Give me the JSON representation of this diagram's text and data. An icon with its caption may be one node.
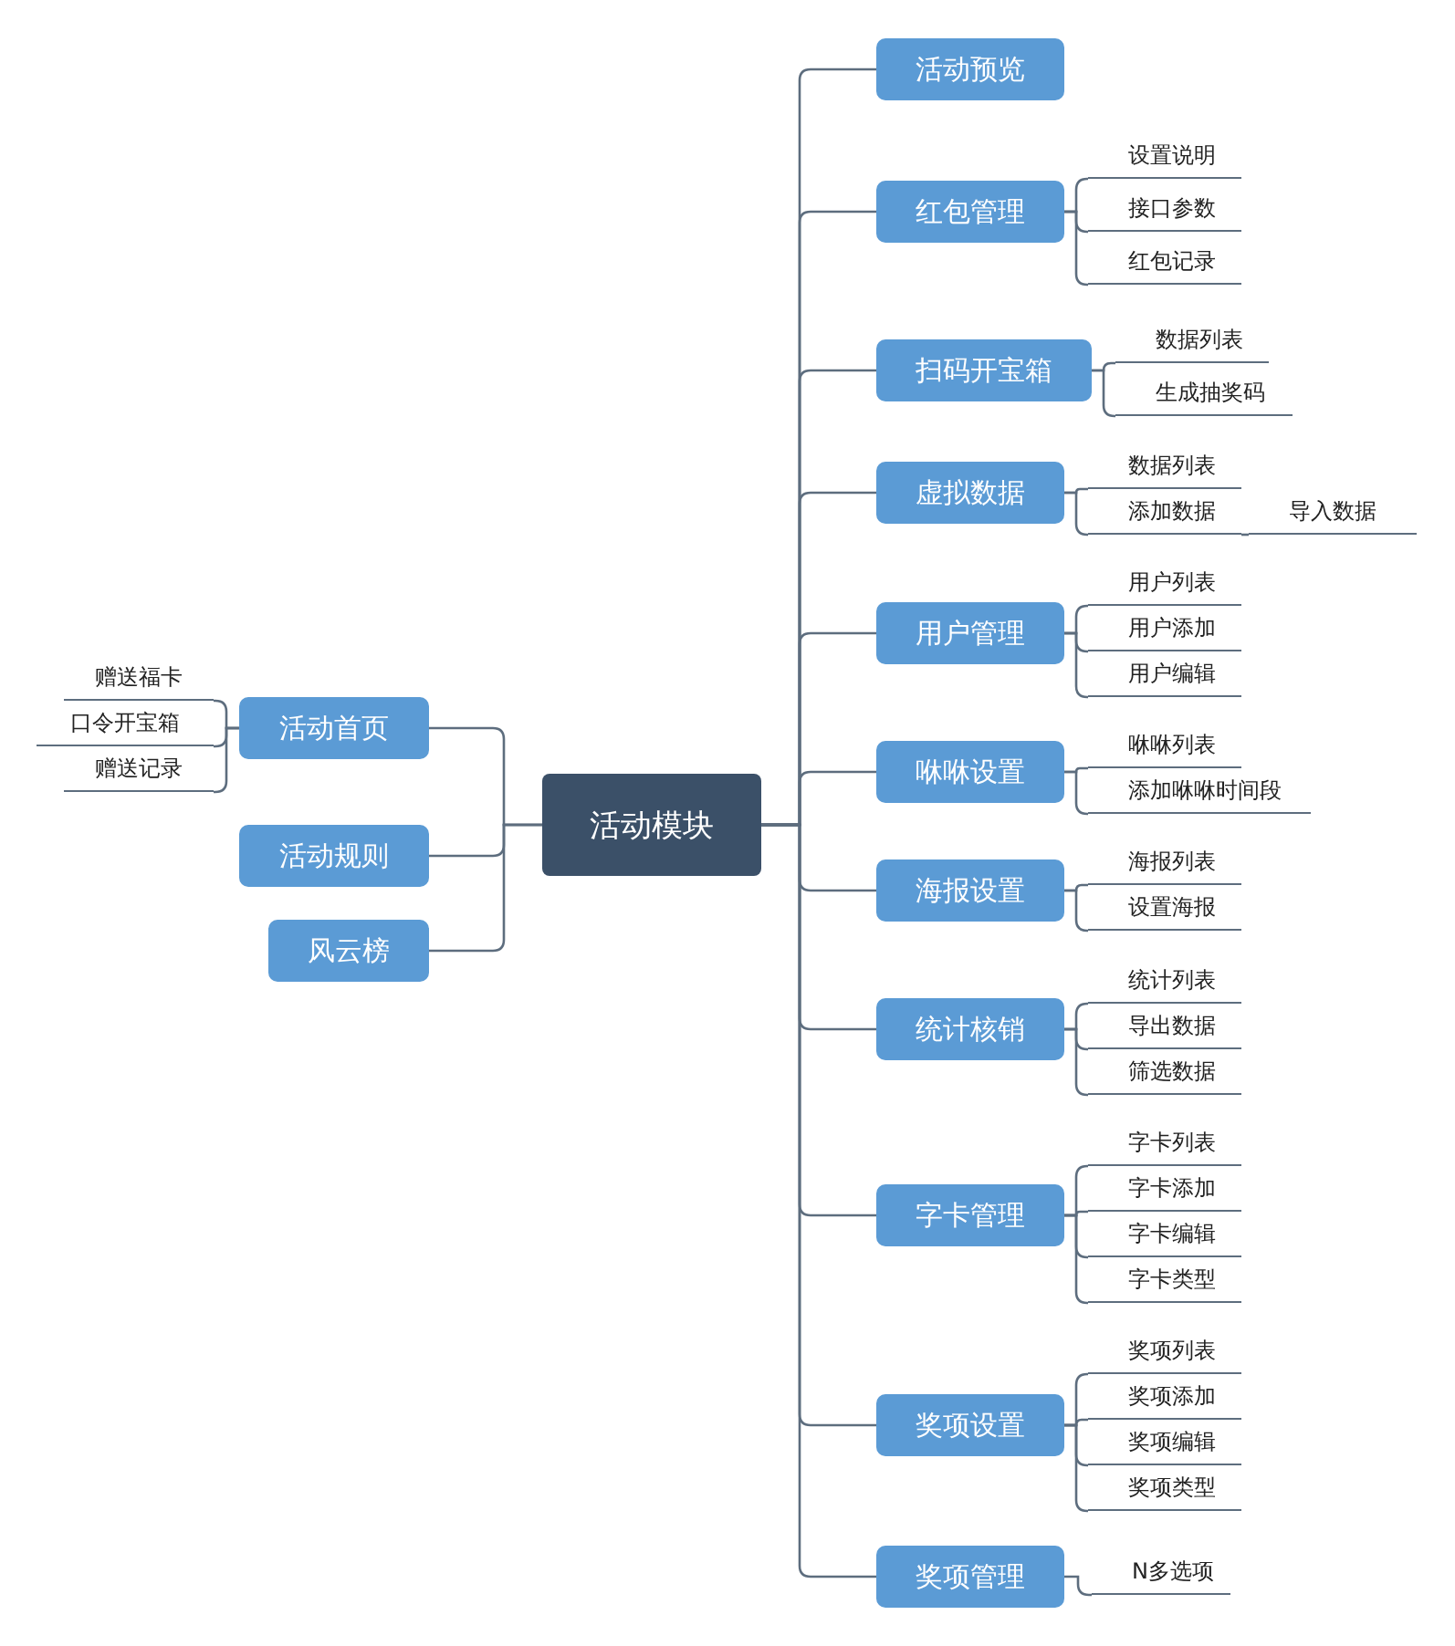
{
  "diagram": {
    "nodes": [
      {
        "text": [
          "活动模块"
        ]
      },
      {
        "text": [
          "活动预览"
        ]
      },
      {
        "text": [
          "红包管理"
        ]
      },
      {
        "text": [
          "设置说明"
        ]
      },
      {
        "text": [
          "接口参数"
        ]
      },
      {
        "text": [
          "红包记录"
        ]
      },
      {
        "text": [
          "扫码开宝箱"
        ]
      },
      {
        "text": [
          "数据列表"
        ]
      },
      {
        "text": [
          "生成抽奖码"
        ]
      },
      {
        "text": [
          "虚拟数据"
        ]
      },
      {
        "text": [
          "数据列表"
        ]
      },
      {
        "text": [
          "添加数据"
        ]
      },
      {
        "text": [
          "导入数据"
        ]
      },
      {
        "text": [
          "用户管理"
        ]
      },
      {
        "text": [
          "用户列表"
        ]
      },
      {
        "text": [
          "用户添加"
        ]
      },
      {
        "text": [
          "用户编辑"
        ]
      },
      {
        "text": [
          "咻咻设置"
        ]
      },
      {
        "text": [
          "咻咻列表"
        ]
      },
      {
        "text": [
          "添加咻咻时间段"
        ]
      },
      {
        "text": [
          "海报设置"
        ]
      },
      {
        "text": [
          "海报列表"
        ]
      },
      {
        "text": [
          "设置海报"
        ]
      },
      {
        "text": [
          "统计核销"
        ]
      },
      {
        "text": [
          "统计列表"
        ]
      },
      {
        "text": [
          "导出数据"
        ]
      },
      {
        "text": [
          "筛选数据"
        ]
      },
      {
        "text": [
          "字卡管理"
        ]
      },
      {
        "text": [
          "字卡列表"
        ]
      },
      {
        "text": [
          "字卡添加"
        ]
      },
      {
        "text": [
          "字卡编辑"
        ]
      },
      {
        "text": [
          "字卡类型"
        ]
      },
      {
        "text": [
          "奖项设置"
        ]
      },
      {
        "text": [
          "奖项列表"
        ]
      },
      {
        "text": [
          "奖项添加"
        ]
      },
      {
        "text": [
          "奖项编辑"
        ]
      },
      {
        "text": [
          "奖项类型"
        ]
      },
      {
        "text": [
          "奖项管理"
        ]
      },
      {
        "text": [
          "N多选项"
        ]
      },
      {
        "text": [
          "活动首页"
        ]
      },
      {
        "text": [
          "赠送福卡"
        ]
      },
      {
        "text": [
          "口令开宝箱"
        ]
      },
      {
        "text": [
          "赠送记录"
        ]
      },
      {
        "text": [
          "活动规则"
        ]
      },
      {
        "text": [
          "风云榜"
        ]
      }
    ],
    "edges": [
      {
        "from": 0,
        "to": 1,
        "arrow": "none"
      },
      {
        "from": 0,
        "to": 2,
        "arrow": "none"
      },
      {
        "from": 2,
        "to": 3,
        "arrow": "none"
      },
      {
        "from": 2,
        "to": 4,
        "arrow": "none"
      },
      {
        "from": 2,
        "to": 5,
        "arrow": "none"
      },
      {
        "from": 0,
        "to": 6,
        "arrow": "none"
      },
      {
        "from": 6,
        "to": 7,
        "arrow": "none"
      },
      {
        "from": 6,
        "to": 8,
        "arrow": "none"
      },
      {
        "from": 0,
        "to": 9,
        "arrow": "none"
      },
      {
        "from": 9,
        "to": 10,
        "arrow": "none"
      },
      {
        "from": 9,
        "to": 11,
        "arrow": "none"
      },
      {
        "from": 11,
        "to": 12,
        "arrow": "none"
      },
      {
        "from": 0,
        "to": 13,
        "arrow": "none"
      },
      {
        "from": 13,
        "to": 14,
        "arrow": "none"
      },
      {
        "from": 13,
        "to": 15,
        "arrow": "none"
      },
      {
        "from": 13,
        "to": 16,
        "arrow": "none"
      },
      {
        "from": 0,
        "to": 17,
        "arrow": "none"
      },
      {
        "from": 17,
        "to": 18,
        "arrow": "none"
      },
      {
        "from": 17,
        "to": 19,
        "arrow": "none"
      },
      {
        "from": 0,
        "to": 20,
        "arrow": "none"
      },
      {
        "from": 20,
        "to": 21,
        "arrow": "none"
      },
      {
        "from": 20,
        "to": 22,
        "arrow": "none"
      },
      {
        "from": 0,
        "to": 23,
        "arrow": "none"
      },
      {
        "from": 23,
        "to": 24,
        "arrow": "none"
      },
      {
        "from": 23,
        "to": 25,
        "arrow": "none"
      },
      {
        "from": 23,
        "to": 26,
        "arrow": "none"
      },
      {
        "from": 0,
        "to": 27,
        "arrow": "none"
      },
      {
        "from": 27,
        "to": 28,
        "arrow": "none"
      },
      {
        "from": 27,
        "to": 29,
        "arrow": "none"
      },
      {
        "from": 27,
        "to": 30,
        "arrow": "none"
      },
      {
        "from": 27,
        "to": 31,
        "arrow": "none"
      },
      {
        "from": 0,
        "to": 32,
        "arrow": "none"
      },
      {
        "from": 32,
        "to": 33,
        "arrow": "none"
      },
      {
        "from": 32,
        "to": 34,
        "arrow": "none"
      },
      {
        "from": 32,
        "to": 35,
        "arrow": "none"
      },
      {
        "from": 32,
        "to": 36,
        "arrow": "none"
      },
      {
        "from": 0,
        "to": 37,
        "arrow": "none"
      },
      {
        "from": 37,
        "to": 38,
        "arrow": "none"
      },
      {
        "from": 0,
        "to": 39,
        "arrow": "none"
      },
      {
        "from": 39,
        "to": 40,
        "arrow": "none"
      },
      {
        "from": 39,
        "to": 41,
        "arrow": "none"
      },
      {
        "from": 39,
        "to": 42,
        "arrow": "none"
      },
      {
        "from": 0,
        "to": 43,
        "arrow": "none"
      },
      {
        "from": 0,
        "to": 44,
        "arrow": "none"
      }
    ]
  }
}
